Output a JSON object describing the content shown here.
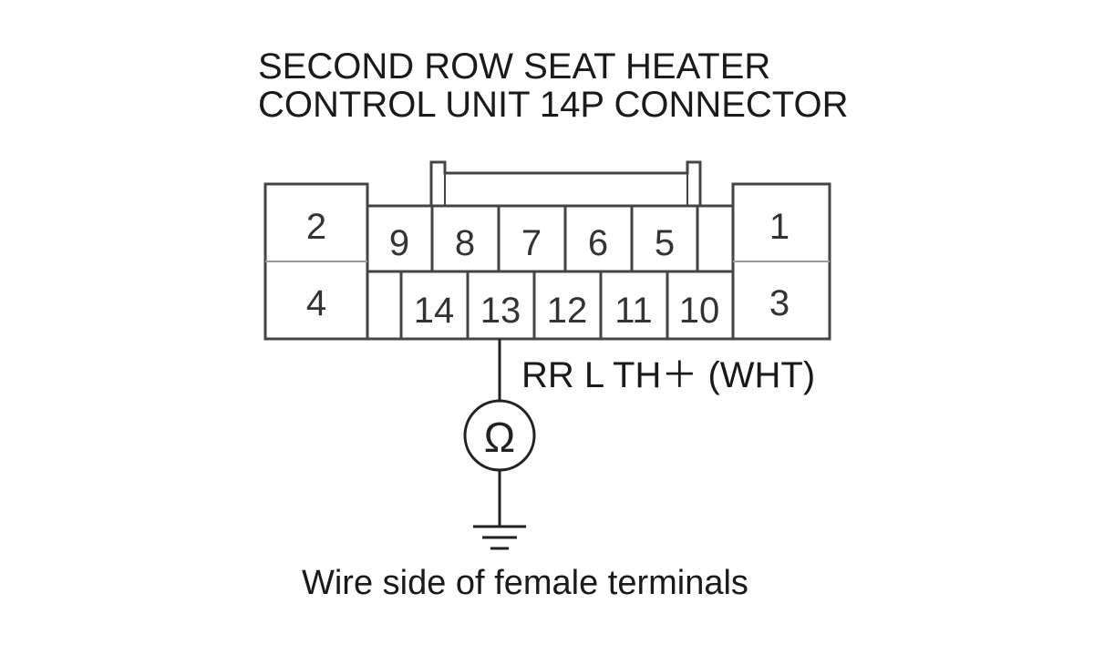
{
  "title": {
    "line1": "SECOND ROW SEAT HEATER",
    "line2": "CONTROL UNIT 14P CONNECTOR"
  },
  "connector": {
    "pins": [
      "1",
      "2",
      "3",
      "4",
      "5",
      "6",
      "7",
      "8",
      "9",
      "10",
      "11",
      "12",
      "13",
      "14"
    ]
  },
  "wire_label": "RR L TH＋ (WHT)",
  "meter_symbol": "Ω",
  "caption": "Wire side of female terminals",
  "colors": {
    "outline": "#444444",
    "text": "#1a1a1a"
  }
}
